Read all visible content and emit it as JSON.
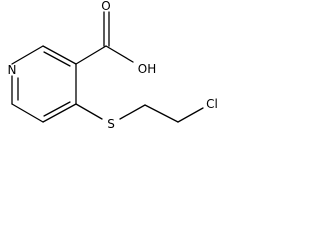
{
  "structure": {
    "atoms": {
      "n": "N",
      "s": "S",
      "o_carbonyl": "O",
      "oh": "OH",
      "cl": "Cl"
    },
    "colors": {
      "bond": "#000000",
      "label": "#000000",
      "background": "#ffffff"
    }
  }
}
